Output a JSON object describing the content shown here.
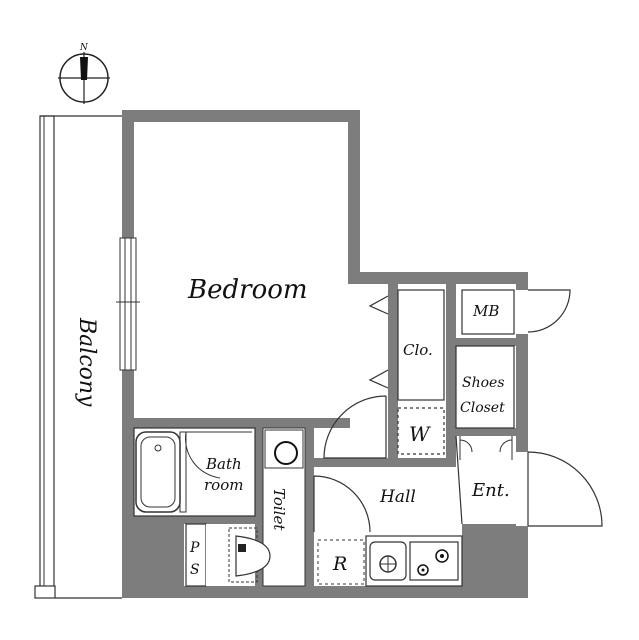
{
  "compass": {
    "north_label": "N"
  },
  "rooms": {
    "bedroom": "Bedroom",
    "balcony": "Balcony",
    "closet": "Clo.",
    "meter_box": "MB",
    "shoes_closet_line1": "Shoes",
    "shoes_closet_line2": "Closet",
    "washer": "W",
    "entrance": "Ent.",
    "bath_line1": "Bath",
    "bath_line2": "room",
    "toilet": "Toilet",
    "hall": "Hall",
    "refrigerator": "R",
    "ps_line1": "P",
    "ps_line2": "S"
  }
}
